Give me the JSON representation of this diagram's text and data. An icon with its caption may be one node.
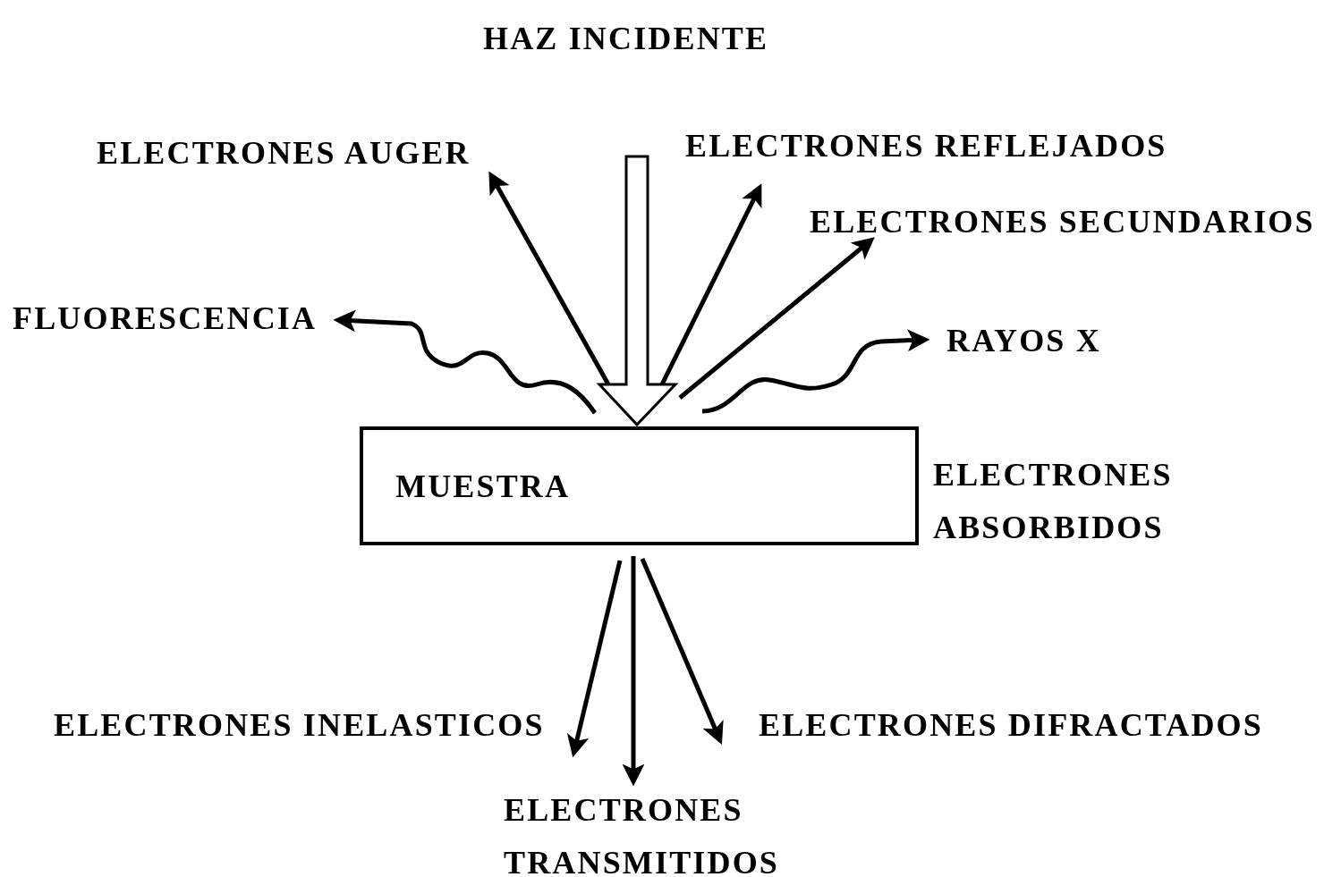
{
  "diagram": {
    "nodes": [
      {
        "text": [
          "HAZ INCIDENTE"
        ]
      },
      {
        "text": [
          "ELECTRONES AUGER"
        ]
      },
      {
        "text": [
          "ELECTRONES REFLEJADOS"
        ]
      },
      {
        "text": [
          "ELECTRONES SECUNDARIOS"
        ]
      },
      {
        "text": [
          "FLUORESCENCIA"
        ]
      },
      {
        "text": [
          "RAYOS X"
        ]
      },
      {
        "text": [
          "MUESTRA"
        ]
      },
      {
        "text": [
          "ELECTRONES ABSORBIDOS"
        ]
      },
      {
        "text": [
          "ELECTRONES INELASTICOS"
        ]
      },
      {
        "text": [
          "ELECTRONES TRANSMITIDOS"
        ]
      },
      {
        "text": [
          "ELECTRONES DIFRACTADOS"
        ]
      }
    ],
    "edges": [
      {
        "from": 0,
        "to": 6,
        "arrow": "to",
        "style": "thick"
      },
      {
        "from": 6,
        "to": 1,
        "arrow": "to"
      },
      {
        "from": 6,
        "to": 2,
        "arrow": "to"
      },
      {
        "from": 6,
        "to": 3,
        "arrow": "to"
      },
      {
        "from": 6,
        "to": 4,
        "arrow": "to"
      },
      {
        "from": 6,
        "to": 5,
        "arrow": "to"
      },
      {
        "from": 6,
        "to": 8,
        "arrow": "to"
      },
      {
        "from": 6,
        "to": 9,
        "arrow": "to"
      },
      {
        "from": 6,
        "to": 10,
        "arrow": "to"
      }
    ]
  }
}
